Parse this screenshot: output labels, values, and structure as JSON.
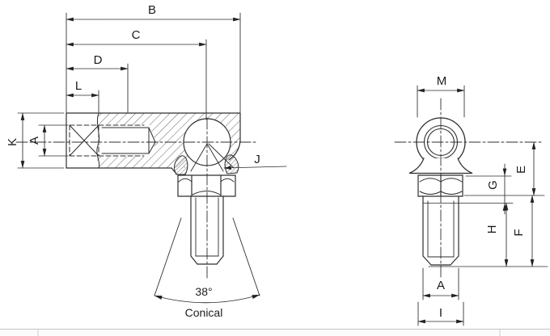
{
  "drawing": {
    "left_view": {
      "dim_b": "B",
      "dim_c": "C",
      "dim_d": "D",
      "dim_l": "L",
      "dim_k": "K",
      "dim_a": "A",
      "dim_j": "J",
      "angle": "38°",
      "angle_caption": "Conical"
    },
    "right_view": {
      "dim_m": "M",
      "dim_e": "E",
      "dim_g": "G",
      "dim_h": "H",
      "dim_f": "F",
      "dim_a": "A",
      "dim_i": "I"
    },
    "colors": {
      "line": "#2e2e2e",
      "dim": "#2b2b2b",
      "background": "#ffffff"
    }
  }
}
